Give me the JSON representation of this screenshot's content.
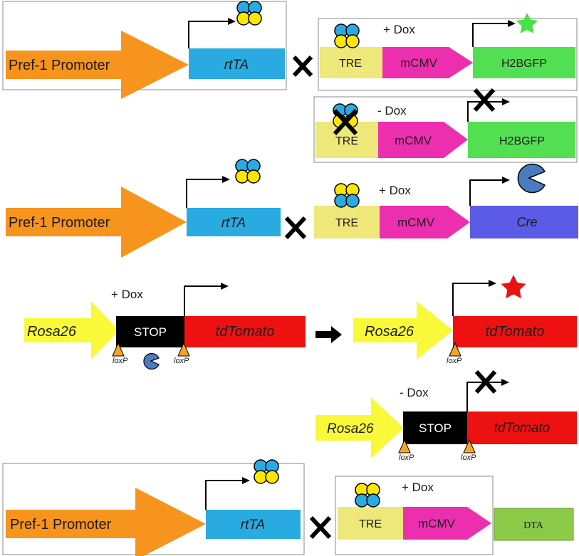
{
  "colors": {
    "promoter_orange": "#F7941D",
    "rtta_blue": "#29ABE2",
    "tre_yellow": "#EEE77A",
    "mcmv_magenta": "#EC2FAE",
    "gfp_green": "#52E052",
    "cre_purple": "#5B5BE8",
    "rosa_yellow": "#F9F93A",
    "stop_black": "#000000",
    "tdtomato_red": "#EE1111",
    "dta_green": "#8CCB47",
    "loxp_orange": "#F7A623",
    "pacman_blue": "#4A7BC0",
    "star_green": "#48E248",
    "star_red": "#EE1111"
  },
  "icons": [
    "rtta-tetramer-icon",
    "cre-pacman-icon",
    "star-icon",
    "cross-icon",
    "promoter-arrow-icon",
    "loxp-triangle-icon",
    "right-arrow-icon"
  ],
  "panel1": {
    "promoter_label": "Pref-1 Promoter",
    "rtta_label": "rtTA",
    "dox_label": "+ Dox",
    "tre_label": "TRE",
    "mcmv_label": "mCMV",
    "reporter_label": "H2BGFP"
  },
  "panel1_nodox": {
    "dox_label": "- Dox",
    "tre_label": "TRE",
    "mcmv_label": "mCMV",
    "reporter_label": "H2BGFP"
  },
  "panel2": {
    "promoter_label": "Pref-1 Promoter",
    "rtta_label": "rtTA",
    "dox_label": "+ Dox",
    "tre_label": "TRE",
    "mcmv_label": "mCMV",
    "cre_label": "Cre"
  },
  "panel3": {
    "dox_label": "+ Dox",
    "rosa_label": "Rosa26",
    "stop_label": "STOP",
    "tdtomato_label": "tdTomato",
    "loxp_label": "loxP",
    "rosa_result_label": "Rosa26",
    "tdtomato_result_label": "tdTomato"
  },
  "panel3_nodox": {
    "dox_label": "- Dox",
    "rosa_label": "Rosa26",
    "stop_label": "STOP",
    "tdtomato_label": "tdTomato",
    "loxp_label": "loxP"
  },
  "panel4": {
    "promoter_label": "Pref-1 Promoter",
    "rtta_label": "rtTA",
    "dox_label": "+ Dox",
    "tre_label": "TRE",
    "mcmv_label": "mCMV",
    "dta_label": "DTA"
  }
}
